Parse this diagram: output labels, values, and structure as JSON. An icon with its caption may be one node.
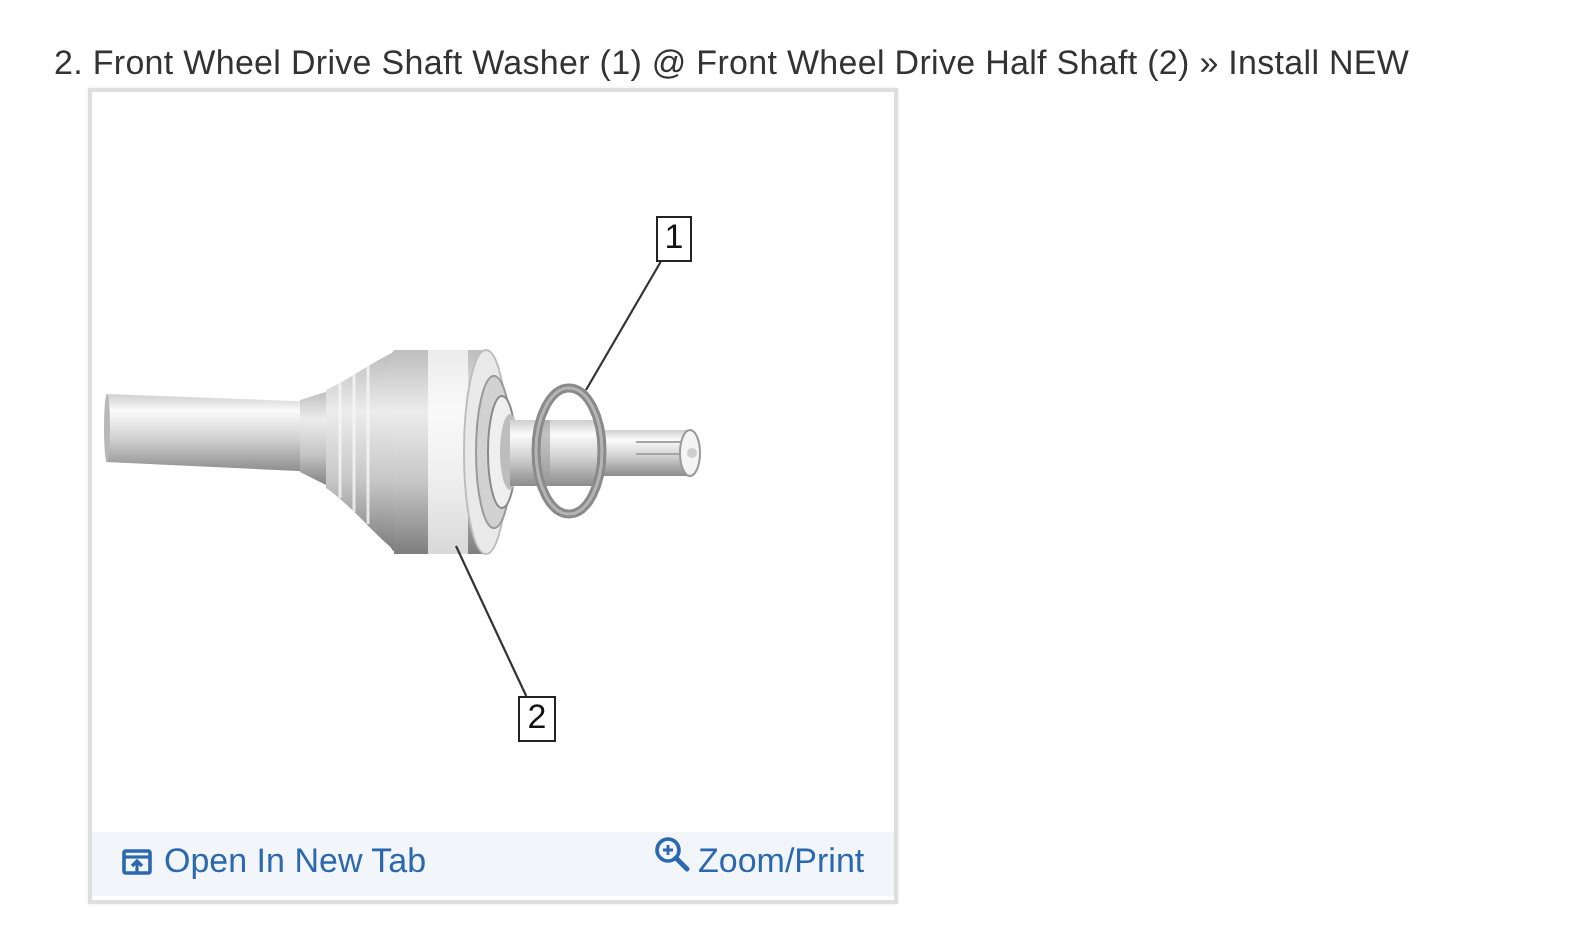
{
  "diagram": {
    "title": "2. Front Wheel Drive Shaft Washer (1) @ Front Wheel Drive Half Shaft (2) » Install NEW",
    "nodes": [
      {
        "text": [
          "1"
        ]
      },
      {
        "text": [],
        "shape": "picture",
        "in": 3
      },
      {
        "text": [
          "2"
        ]
      },
      {
        "text": [],
        "shape": "picture"
      }
    ],
    "edges": [
      {
        "from": 0,
        "to": 1,
        "arrow": "none"
      },
      {
        "from": 2,
        "to": 3,
        "arrow": "none"
      }
    ],
    "labels": [
      "Open In New Tab",
      "Zoom/Print"
    ]
  }
}
